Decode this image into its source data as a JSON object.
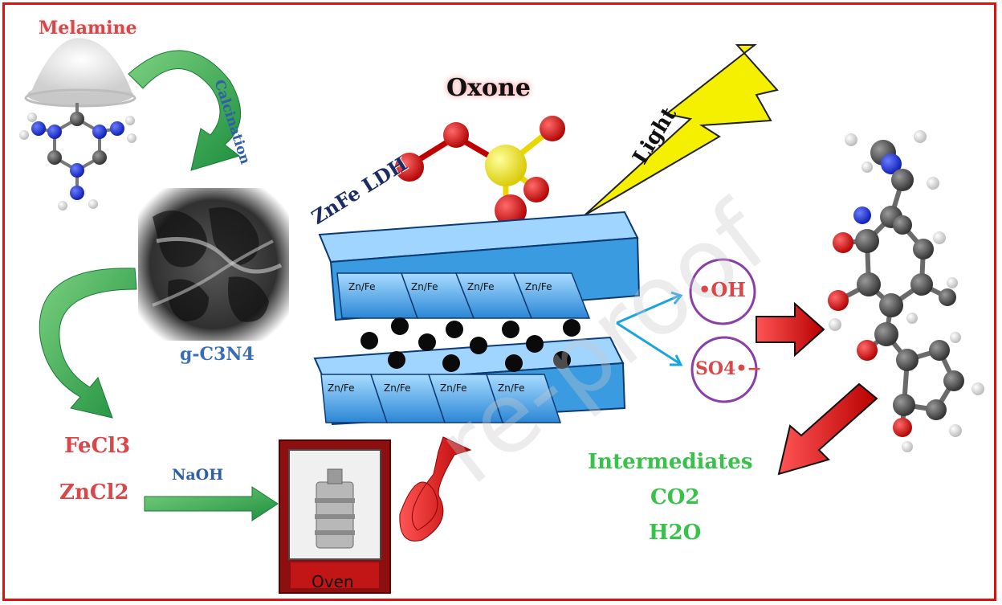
{
  "labels": {
    "melamine": "Melamine",
    "calcination": "Calcination",
    "g_c3n4": "g-C3N4",
    "fecl3": "FeCl3",
    "zncl2": "ZnCl2",
    "naoh": "NaOH",
    "oven": "Oven",
    "oxone": "Oxone",
    "znfe_ldh": "ZnFe LDH",
    "light": "Light",
    "hydroxyl_radical": "•OH",
    "sulfate_radical": "SO4•−",
    "intermediates": "Intermediates",
    "co2": "CO2",
    "h2o": "H2O",
    "watermark": "re-proof"
  },
  "ldh_top_cells": [
    "Zn/Fe",
    "Zn/Fe",
    "Zn/Fe",
    "Zn/Fe"
  ],
  "ldh_bottom_cells": [
    "Zn/Fe",
    "Zn/Fe",
    "Zn/Fe",
    "Zn/Fe"
  ],
  "colors": {
    "frame": "#e01010",
    "arrow_green": "#2fa84f",
    "arrow_red": "#e01818",
    "ldh_blue": "#3b9be0",
    "light_bolt": "#f5f000",
    "radical_circle": "#8a3fa8"
  }
}
